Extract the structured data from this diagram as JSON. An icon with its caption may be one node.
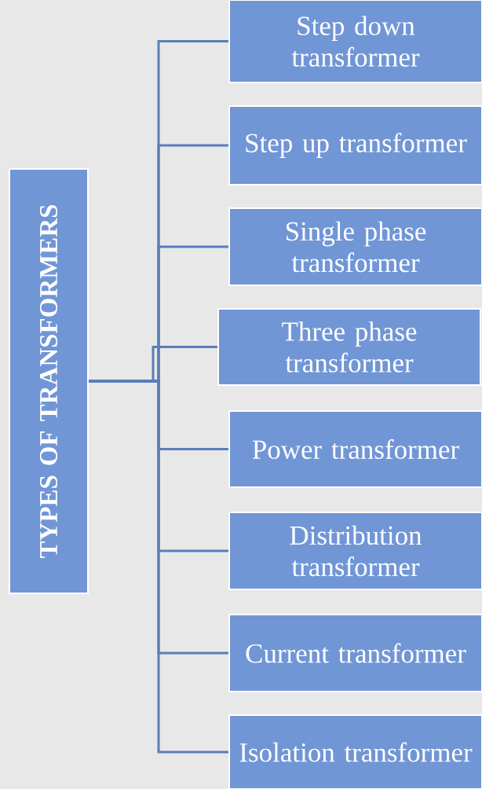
{
  "diagram": {
    "nodes": [
      {
        "text": [
          "TYPES OF TRANSFORMERS"
        ]
      },
      {
        "text": [
          "Step down transformer"
        ]
      },
      {
        "text": [
          "Step up transformer"
        ]
      },
      {
        "text": [
          "Single phase transformer"
        ]
      },
      {
        "text": [
          "Three phase transformer"
        ]
      },
      {
        "text": [
          "Power transformer"
        ]
      },
      {
        "text": [
          "Distribution transformer"
        ]
      },
      {
        "text": [
          "Current transformer"
        ]
      },
      {
        "text": [
          "Isolation transformer"
        ]
      }
    ],
    "edges": [
      {
        "from": 0,
        "to": 1,
        "arrow": "none"
      },
      {
        "from": 0,
        "to": 2,
        "arrow": "none"
      },
      {
        "from": 0,
        "to": 3,
        "arrow": "none"
      },
      {
        "from": 0,
        "to": 4,
        "arrow": "none"
      },
      {
        "from": 0,
        "to": 5,
        "arrow": "none"
      },
      {
        "from": 0,
        "to": 6,
        "arrow": "none"
      },
      {
        "from": 0,
        "to": 7,
        "arrow": "none"
      },
      {
        "from": 0,
        "to": 8,
        "arrow": "none"
      }
    ]
  }
}
